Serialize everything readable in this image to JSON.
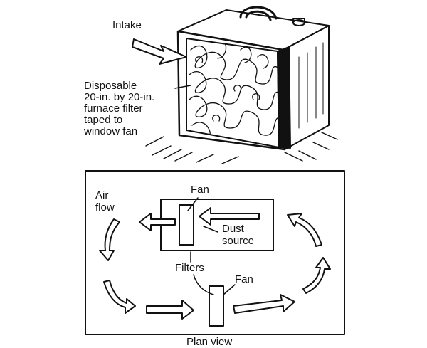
{
  "top_figure": {
    "intake_label": "Intake",
    "filter_label": [
      "Disposable",
      "20-in. by 20-in.",
      "furnace filter",
      "taped to",
      "window fan"
    ]
  },
  "bottom_figure": {
    "airflow_label": [
      "Air",
      "flow"
    ],
    "fan_label_top": "Fan",
    "dust_label": [
      "Dust",
      "source"
    ],
    "filters_label": "Filters",
    "fan_label_bottom": "Fan",
    "caption": "Plan view"
  }
}
